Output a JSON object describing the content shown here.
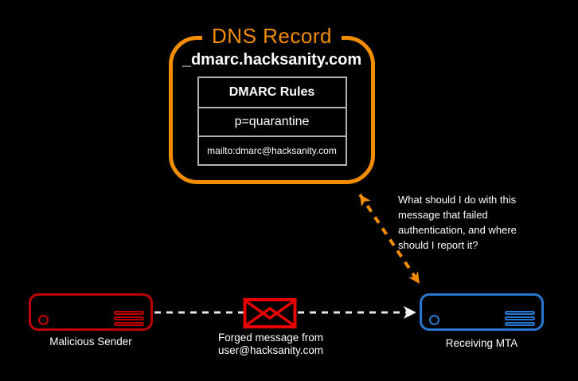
{
  "colors": {
    "background": "#000000",
    "orange": "#F28C00",
    "server_red": "#C00000",
    "envelope_red": "#E80000",
    "server_blue": "#2878D2",
    "arrow_white": "#E6E6E6",
    "table_border": "#B3B3B3",
    "text": "#FFFFFF"
  },
  "dns_record_box": {
    "title": "DNS Record",
    "domain": "_dmarc.hacksanity.com",
    "rules_table": {
      "header": "DMARC Rules",
      "rows": [
        "p=quarantine",
        "mailto:dmarc@hacksanity.com"
      ]
    }
  },
  "annotation": {
    "question": "What should I do with this\nmessage that failed\nauthentication, and where\nshould I report it?"
  },
  "nodes": {
    "malicious_sender": {
      "label": "Malicious Sender"
    },
    "receiving_mta": {
      "label": "Receiving MTA"
    }
  },
  "message": {
    "caption": "Forged message from\nuser@hacksanity.com"
  },
  "icons": {
    "envelope": "envelope-icon",
    "sender_server": "server-icon",
    "receiver_server": "server-icon"
  }
}
